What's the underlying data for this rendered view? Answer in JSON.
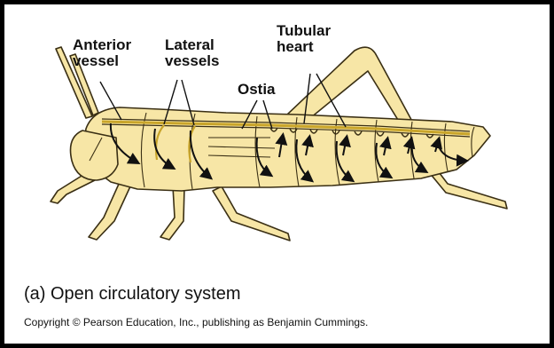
{
  "labels": {
    "anterior_vessel": "Anterior\nvessel",
    "lateral_vessels": "Lateral\nvessels",
    "tubular_heart": "Tubular\nheart",
    "ostia": "Ostia"
  },
  "caption": "(a) Open circulatory system",
  "copyright": "Copyright © Pearson Education, Inc., publishing as Benjamin Cummings.",
  "colors": {
    "body_fill": "#f7e6a6",
    "outline": "#3a2f14",
    "vessel": "#c9a52a",
    "arrow": "#111111"
  }
}
